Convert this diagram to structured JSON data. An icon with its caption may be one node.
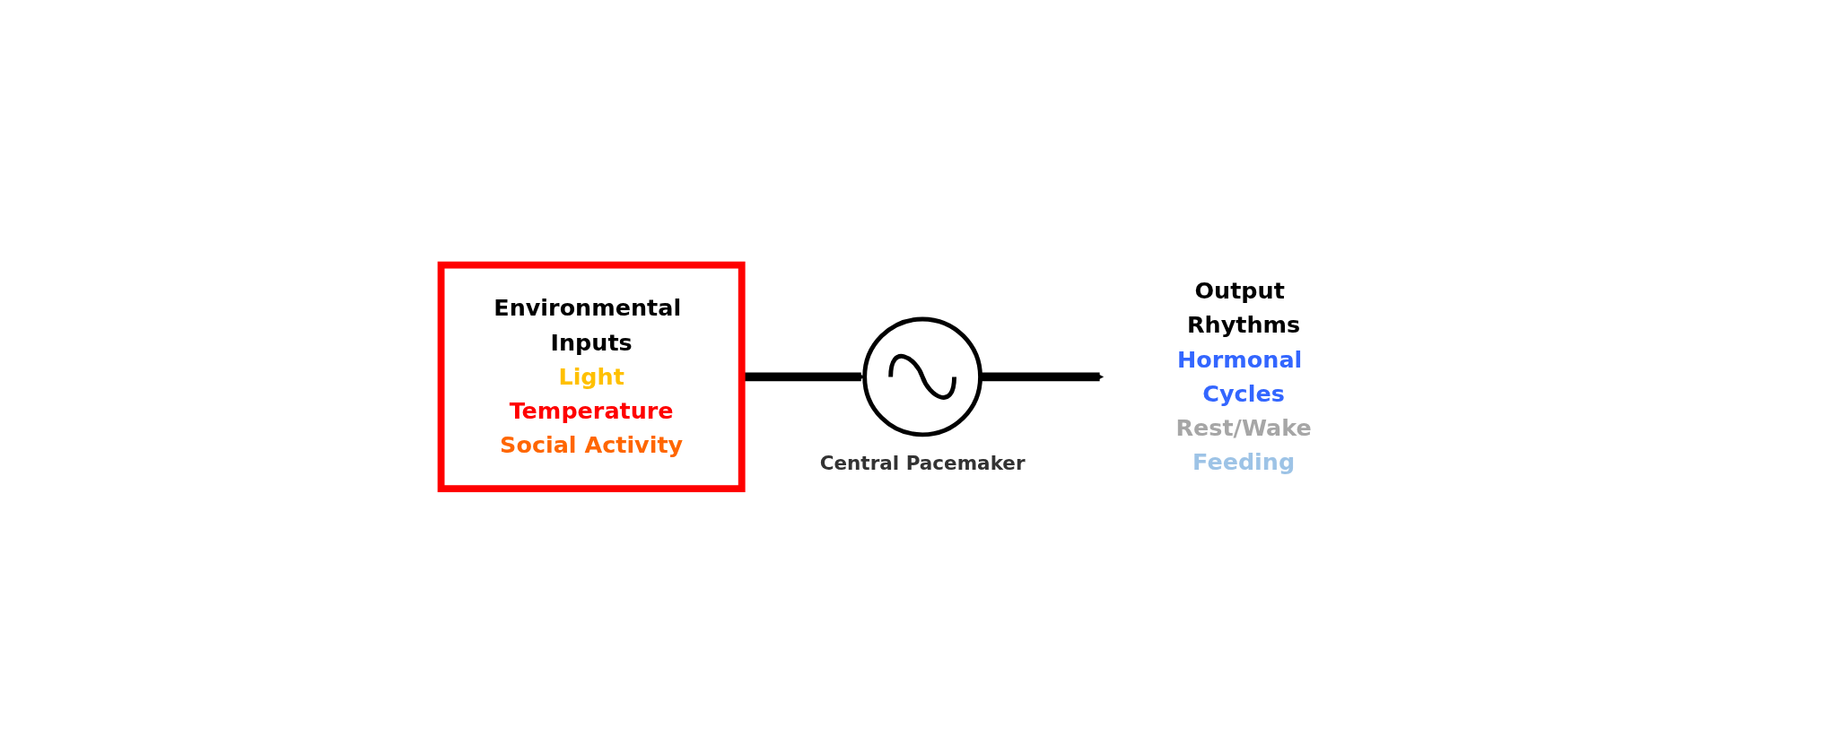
{
  "diagram": {
    "nodes": [
      {
        "text": [
          "Environmental Inputs",
          "Light",
          "Temperature",
          "Social Activity"
        ]
      },
      {
        "text": [],
        "shape": "circle",
        "beside": [
          "Central Pacemaker"
        ]
      },
      {
        "text": [
          "Output Rhythms",
          "Hormonal Cycles",
          "Rest/Wake",
          "Feeding"
        ]
      }
    ],
    "edges": [
      {
        "from": 0,
        "to": 1,
        "arrow": "to"
      },
      {
        "from": 1,
        "to": 2,
        "arrow": "to"
      }
    ]
  }
}
